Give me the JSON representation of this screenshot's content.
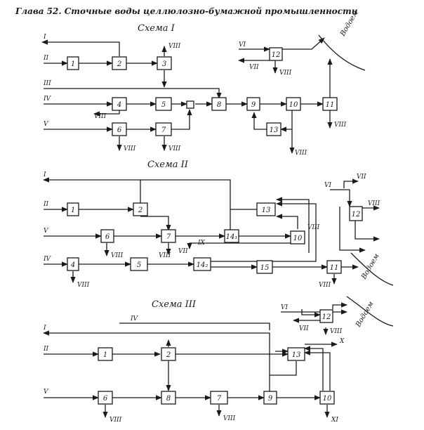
{
  "header": {
    "text": "Глава 52. Сточные воды целлюлозно-бумажной промышленности"
  },
  "schemes": [
    {
      "title": "Схема I",
      "blocks": [
        "1",
        "2",
        "3",
        "4",
        "5",
        "8",
        "9",
        "10",
        "11",
        "6",
        "7",
        "13",
        "12"
      ],
      "streams": [
        "I",
        "II",
        "III",
        "IV",
        "V",
        "VI",
        "VII",
        "VIII",
        "VIII",
        "VIII",
        "VIII",
        "VIII",
        "VIII",
        "VIII"
      ],
      "waterbody": "Водоем"
    },
    {
      "title": "Схема II",
      "blocks": [
        "1",
        "2",
        "6",
        "7",
        "14₁",
        "10",
        "13",
        "4",
        "5",
        "14₂",
        "15",
        "11",
        "12"
      ],
      "streams": [
        "I",
        "II",
        "V",
        "IV",
        "IX",
        "VII",
        "VIII",
        "VIII",
        "VIII",
        "VIII",
        "VI",
        "VII",
        "VIII",
        "VIII"
      ],
      "waterbody": "Водоем"
    },
    {
      "title": "Схема III",
      "blocks": [
        "1",
        "2",
        "13",
        "6",
        "8",
        "7",
        "9",
        "10",
        "12"
      ],
      "streams": [
        "I",
        "II",
        "IV",
        "V",
        "X",
        "VI",
        "VII",
        "VIII",
        "VIII",
        "VIII",
        "XI"
      ],
      "waterbody": "Водоем"
    }
  ]
}
